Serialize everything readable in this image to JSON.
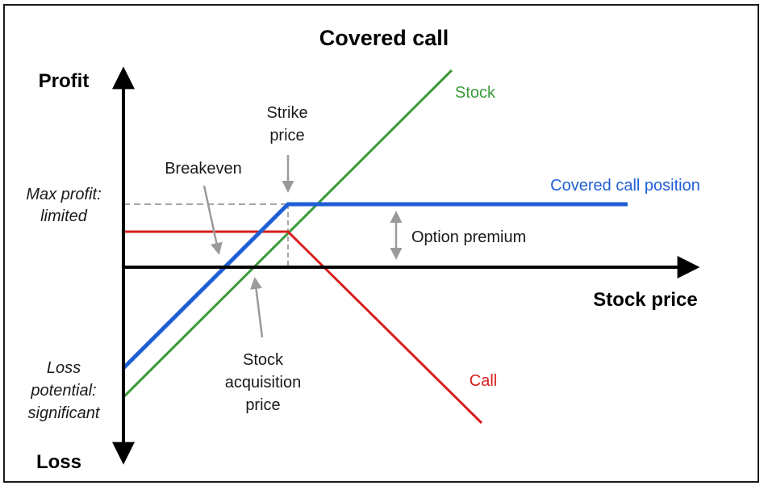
{
  "title": "Covered call",
  "axes": {
    "y_top": "Profit",
    "y_bottom": "Loss",
    "x": "Stock price"
  },
  "labels": {
    "max_profit_1": "Max profit:",
    "max_profit_2": "limited",
    "loss_1": "Loss",
    "loss_2": "potential:",
    "loss_3": "significant",
    "breakeven": "Breakeven",
    "strike_1": "Strike",
    "strike_2": "price",
    "acq_1": "Stock",
    "acq_2": "acquisition",
    "acq_3": "price",
    "option_premium": "Option premium"
  },
  "series": {
    "stock": "Stock",
    "covered_call": "Covered call position",
    "call": "Call"
  },
  "colors": {
    "stock": "#3a9a3a",
    "covered_call": "#1f5fd6",
    "call": "#d81e1e",
    "axis": "#000000",
    "guide": "#a6a6a6"
  }
}
